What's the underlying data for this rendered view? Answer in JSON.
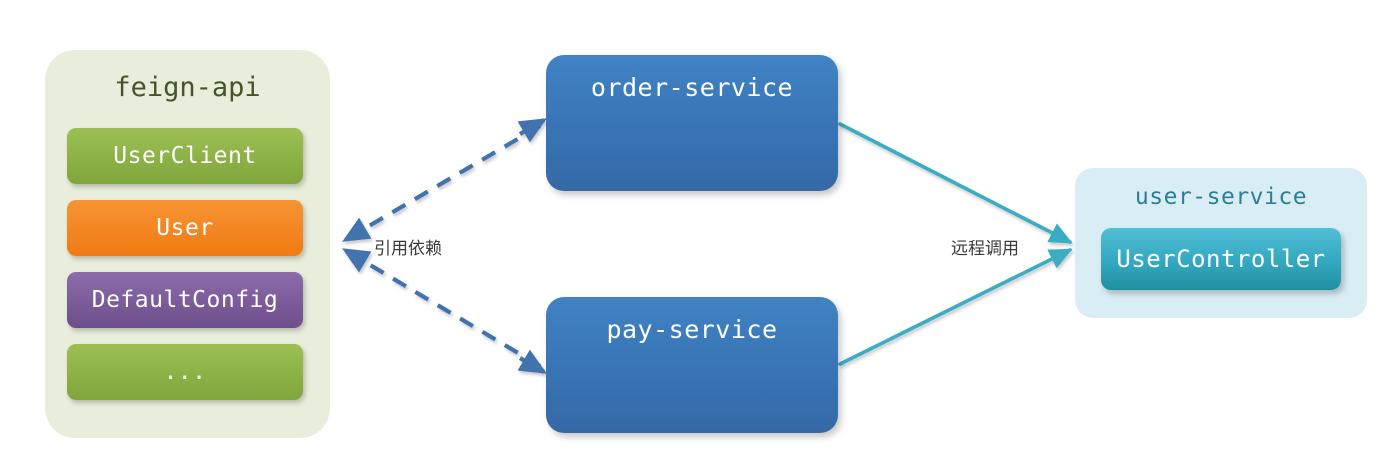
{
  "diagram": {
    "title": "feign-api dependency and remote call diagram",
    "background": "#ffffff"
  },
  "feign_panel": {
    "title": "feign-api",
    "panel_color": "#e9eedc",
    "title_color": "#44542b",
    "items": [
      {
        "label": "UserClient",
        "color": "#9cc054",
        "style": "green"
      },
      {
        "label": "User",
        "color": "#f79433",
        "style": "orange"
      },
      {
        "label": "DefaultConfig",
        "color": "#8d6cab",
        "style": "purple"
      },
      {
        "label": "...",
        "color": "#9cc054",
        "style": "green"
      }
    ]
  },
  "services": [
    {
      "label": "order-service",
      "color": "#3874b4"
    },
    {
      "label": "pay-service",
      "color": "#3874b4"
    }
  ],
  "user_service": {
    "title": "user-service",
    "panel_color": "#d9edf4",
    "title_color": "#2c7f96",
    "controller": {
      "label": "UserController",
      "color": "#33a8c0"
    }
  },
  "edges": [
    {
      "label": "引用依赖",
      "style": "dashed",
      "color": "#4273ae",
      "from": "order-service",
      "to": "feign-api",
      "arrowheads": "both"
    },
    {
      "label": "引用依赖",
      "style": "dashed",
      "color": "#4273ae",
      "from": "pay-service",
      "to": "feign-api",
      "arrowheads": "both"
    },
    {
      "label": "远程调用",
      "style": "solid",
      "color": "#3aadc2",
      "from": "order-service",
      "to": "user-service",
      "arrowheads": "end"
    },
    {
      "label": "远程调用",
      "style": "solid",
      "color": "#3aadc2",
      "from": "pay-service",
      "to": "user-service",
      "arrowheads": "end"
    }
  ],
  "edge_labels": {
    "dependency": "引用依赖",
    "remote_call": "远程调用"
  }
}
